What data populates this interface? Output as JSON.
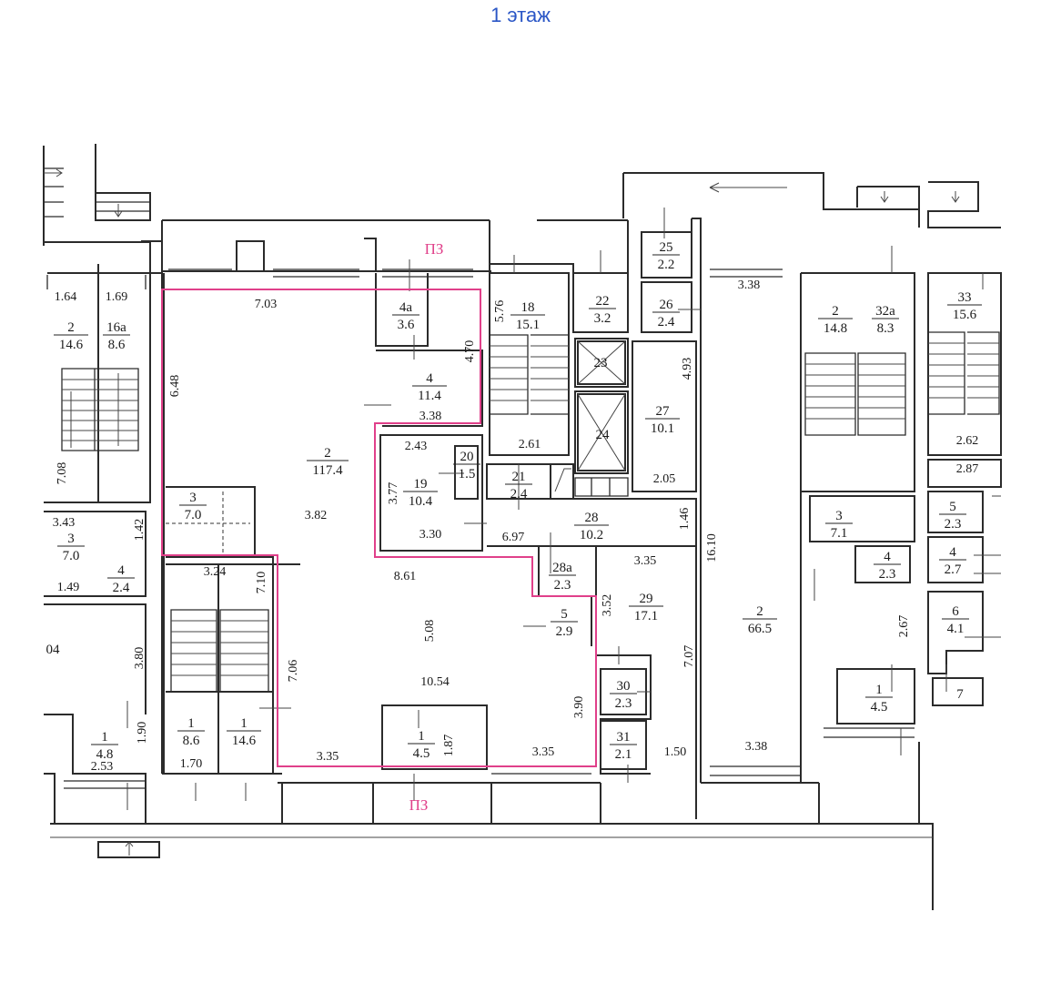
{
  "title": "1 этаж",
  "colors": {
    "title": "#2a56c6",
    "outline": "#e0408a",
    "ink": "#1a1a1a"
  },
  "section_marks": [
    "ПЗ",
    "ПЗ"
  ],
  "rooms": [
    {
      "id": "r2a",
      "num": "2",
      "area": "14.6"
    },
    {
      "id": "r16a",
      "num": "16а",
      "area": "8.6"
    },
    {
      "id": "r3a",
      "num": "3",
      "area": "7.0"
    },
    {
      "id": "r4a",
      "num": "4",
      "area": "2.4"
    },
    {
      "id": "r1a",
      "num": "1",
      "area": "4.8"
    },
    {
      "id": "r2main",
      "num": "2",
      "area": "117.4"
    },
    {
      "id": "r3b",
      "num": "3",
      "area": "7.0"
    },
    {
      "id": "r1b",
      "num": "1",
      "area": "8.6"
    },
    {
      "id": "r1c",
      "num": "1",
      "area": "14.6"
    },
    {
      "id": "r1d",
      "num": "1",
      "area": "4.5"
    },
    {
      "id": "r4a2",
      "num": "4а",
      "area": "3.6"
    },
    {
      "id": "r4b",
      "num": "4",
      "area": "11.4"
    },
    {
      "id": "r19",
      "num": "19",
      "area": "10.4"
    },
    {
      "id": "r20",
      "num": "20",
      "area": "1.5"
    },
    {
      "id": "r18",
      "num": "18",
      "area": "15.1"
    },
    {
      "id": "r22",
      "num": "22",
      "area": "3.2"
    },
    {
      "id": "r25",
      "num": "25",
      "area": "2.2"
    },
    {
      "id": "r26",
      "num": "26",
      "area": "2.4"
    },
    {
      "id": "r27",
      "num": "27",
      "area": "10.1"
    },
    {
      "id": "r21",
      "num": "21",
      "area": "2.4"
    },
    {
      "id": "r28",
      "num": "28",
      "area": "10.2"
    },
    {
      "id": "r28a",
      "num": "28а",
      "area": "2.3"
    },
    {
      "id": "r5a",
      "num": "5",
      "area": "2.9"
    },
    {
      "id": "r29",
      "num": "29",
      "area": "17.1"
    },
    {
      "id": "r30",
      "num": "30",
      "area": "2.3"
    },
    {
      "id": "r31",
      "num": "31",
      "area": "2.1"
    },
    {
      "id": "r2big",
      "num": "2",
      "area": "66.5"
    },
    {
      "id": "r2r",
      "num": "2",
      "area": "14.8"
    },
    {
      "id": "r32a",
      "num": "32а",
      "area": "8.3"
    },
    {
      "id": "r33",
      "num": "33",
      "area": "15.6"
    },
    {
      "id": "r3r",
      "num": "3",
      "area": "7.1"
    },
    {
      "id": "r4r",
      "num": "4",
      "area": "2.3"
    },
    {
      "id": "r1r",
      "num": "1",
      "area": "4.5"
    },
    {
      "id": "r5r",
      "num": "5",
      "area": "2.3"
    },
    {
      "id": "r4rr",
      "num": "4",
      "area": "2.7"
    },
    {
      "id": "r6r",
      "num": "6",
      "area": "4.1"
    }
  ],
  "single_labels": [
    "23",
    "24",
    "7",
    "04"
  ],
  "dimensions": [
    "1.64",
    "1.69",
    "7.08",
    "3.43",
    "1.42",
    "1.49",
    "3.80",
    "1.90",
    "2.53",
    "7.03",
    "6.48",
    "3.82",
    "3.24",
    "7.10",
    "7.06",
    "8.61",
    "5.08",
    "10.54",
    "3.35",
    "3.35",
    "3.90",
    "1.87",
    "1.70",
    "4.70",
    "3.38",
    "2.43",
    "3.77",
    "3.30",
    "6.97",
    "5.76",
    "2.61",
    "4.93",
    "2.05",
    "1.46",
    "3.52",
    "3.35",
    "7.07",
    "1.50",
    "3.38",
    "16.10",
    "3.38",
    "2.67",
    "2.62",
    "2.87"
  ]
}
